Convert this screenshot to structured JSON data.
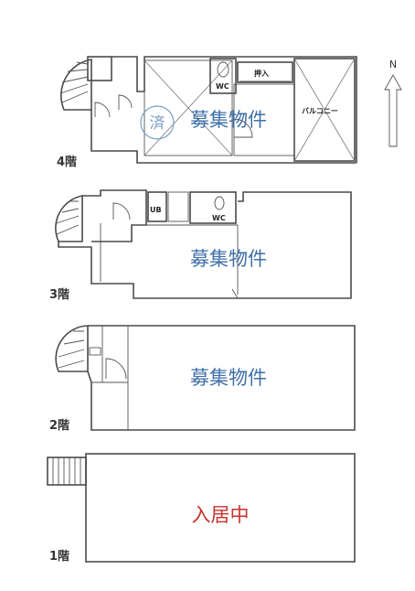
{
  "floors": [
    {
      "label": "4階",
      "status": "募集物件",
      "rooms": {
        "wc": "WC",
        "closet": "押入",
        "balcony": "バルコニー"
      },
      "seal": "済"
    },
    {
      "label": "3階",
      "status": "募集物件",
      "rooms": {
        "ub": "UB",
        "wc": "WC"
      }
    },
    {
      "label": "2階",
      "status": "募集物件"
    },
    {
      "label": "1階",
      "status": "入居中"
    }
  ],
  "compass": {
    "label": "N"
  },
  "colors": {
    "available": "#3f6fa8",
    "occupied": "#c8322c",
    "seal": "#7b9fc2"
  }
}
